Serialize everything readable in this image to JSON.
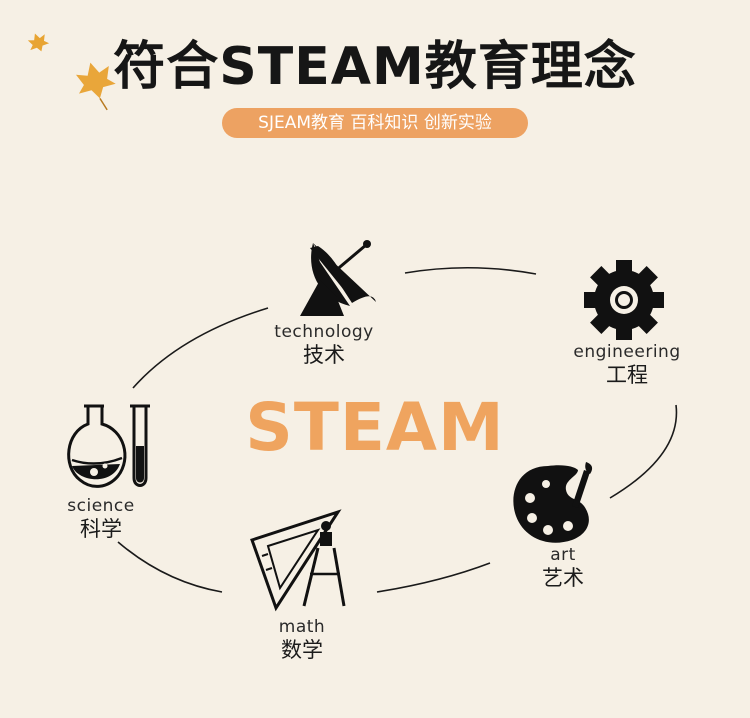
{
  "header": {
    "title": "符合STEAM教育理念",
    "tagline": "SJEAM教育  百科知识  创新实验"
  },
  "center": {
    "word": "STEAM"
  },
  "colors": {
    "accent": "#eda262",
    "background": "#f6f0e5",
    "ink": "#111111"
  },
  "nodes": [
    {
      "icon": "satellite-dish-icon",
      "en": "technology",
      "zh": "技术"
    },
    {
      "icon": "gear-icon",
      "en": "engineering",
      "zh": "工程"
    },
    {
      "icon": "palette-icon",
      "en": "art",
      "zh": "艺术"
    },
    {
      "icon": "ruler-compass-icon",
      "en": "math",
      "zh": "数学"
    },
    {
      "icon": "flask-test-tube-icon",
      "en": "science",
      "zh": "科学"
    }
  ]
}
